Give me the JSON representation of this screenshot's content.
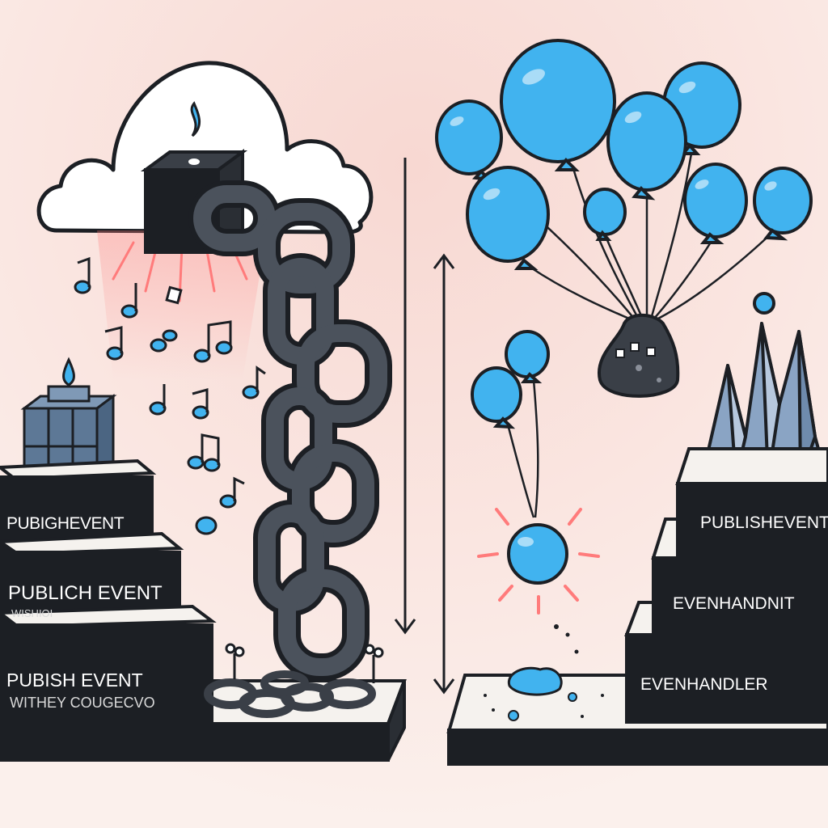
{
  "left_blocks": [
    {
      "label": "PUBIGHEVENT",
      "sub": ""
    },
    {
      "label": "PUBLICH EVENT",
      "sub": "WISHIOI"
    },
    {
      "label": "PUBISH EVENT",
      "sub": "WITHEY COUGECVO"
    }
  ],
  "right_blocks": [
    {
      "label": "PUBLISHEVENT"
    },
    {
      "label": "EVENHANDNIT"
    },
    {
      "label": "EVENHANDLER"
    }
  ],
  "colors": {
    "background": "#fbeee8",
    "block": "#1c1f24",
    "accent_blue": "#41b3ef",
    "chain": "#3a3f47",
    "cube": "#5d7896",
    "glow": "#ff7b7b"
  },
  "icon_names": [
    "cloud-icon",
    "black-cube-icon",
    "chain-icon",
    "music-note-icon",
    "balloon-icon",
    "rock-icon",
    "crystal-mountain-icon",
    "burst-sun-icon",
    "double-arrow-icon",
    "arrow-down-icon"
  ]
}
